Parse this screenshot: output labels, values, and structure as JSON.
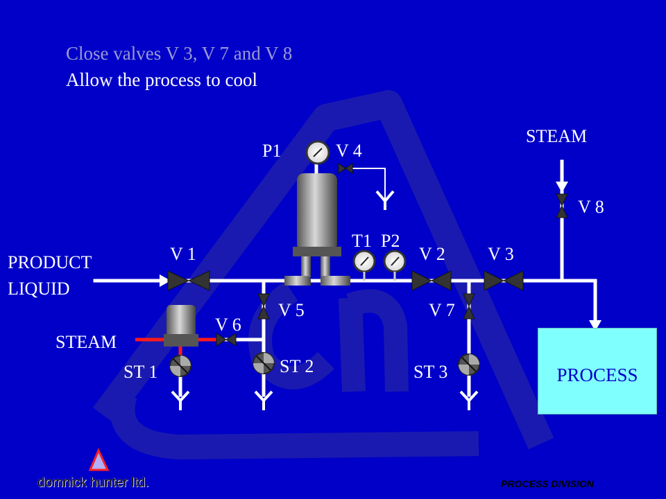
{
  "heading": {
    "line1": "Close valves V 3, V 7 and V 8",
    "line2": "Allow the process to cool"
  },
  "labels": {
    "steam_top": "STEAM",
    "steam_left": "STEAM",
    "product_line1": "PRODUCT",
    "product_line2": "LIQUID",
    "p1": "P1",
    "p2": "P2",
    "t1": "T1",
    "v1": "V 1",
    "v2": "V 2",
    "v3": "V 3",
    "v4": "V 4",
    "v5": "V 5",
    "v6": "V 6",
    "v7": "V 7",
    "v8": "V 8",
    "st1": "ST 1",
    "st2": "ST 2",
    "st3": "ST 3",
    "process": "PROCESS"
  },
  "footer": {
    "company": "domnick hunter ltd.",
    "division": "PROCESS DIVISION"
  },
  "colors": {
    "background": "#0000c8",
    "pipe": "#ffffff",
    "steam_line": "#ff1a1a",
    "process_box": "#80ffff",
    "heading_faded": "#9a9ad6"
  }
}
